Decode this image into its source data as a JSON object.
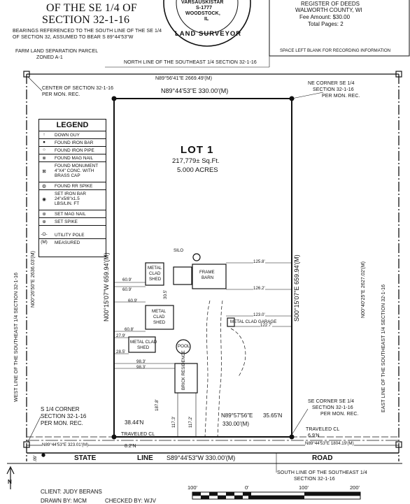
{
  "header": {
    "title_line1": "OF THE SE 1/4 OF",
    "title_line2": "SECTION 32-1-16",
    "bearings_note_1": "BEARINGS REFERENCED TO THE SOUTH LINE OF THE SE 1/4",
    "bearings_note_2": "OF SECTION 32, ASSUMED TO BEAR S 89°44'53\"W"
  },
  "seal": {
    "line1": "VARSAUSKISTAR",
    "line2": "S-1777",
    "line3": "WOODSTOCK,",
    "line4": "IL",
    "arc_text": "LAND SURVEYOR"
  },
  "recorder": {
    "line1": "REGISTER OF DEEDS",
    "line2": "WALWORTH COUNTY, WI",
    "fee": "Fee Amount: $30.00",
    "pages": "Total Pages: 2",
    "space_note": "SPACE LEFT BLANK FOR RECORDING INFORMATION"
  },
  "labels": {
    "farm_parcel_1": "FARM LAND SEPARATION PARCEL",
    "farm_parcel_2": "ZONED A-1",
    "north_line": "NORTH LINE OF THE SOUTHEAST 1/4 SECTION 32-1-16",
    "north_bearing_outer": "N89°56'41\"E 2669.49'(M)",
    "north_bearing_lot": "N89°44'53\"E 330.00'(M)",
    "ne_corner_1": "NE CORNER SE 1/4",
    "ne_corner_2": "SECTION 32-1-16",
    "ne_corner_3": "PER MON. REC.",
    "center_1": "CENTER OF SECTION 32-1-16",
    "center_2": "PER MON. REC.",
    "west_line": "WEST LINE OF THE SOUTHEAST 1/4 SECTION 32-1-16",
    "west_bearing": "N00°26'50\"E 2636.03'(M)",
    "east_line": "EAST LINE OF THE SOUTHEAST 1/4 SECTION 32-1-16",
    "east_bearing": "N00°40'25\"E 2627.02'(M)",
    "lot_west_bearing": "N00°15'07\"W 659.94'(M)",
    "lot_east_bearing": "S00°15'07\"E 659.94'(M)",
    "lot_name": "LOT 1",
    "lot_area": "217,779± Sq.Ft.",
    "lot_acres": "5.000 ACRES",
    "silo": "SILO",
    "frame_barn_1": "FRAME",
    "frame_barn_2": "BARN",
    "metal_shed_a_1": "METAL",
    "metal_shed_a_2": "CLAD",
    "metal_shed_a_3": "SHED",
    "metal_shed_b_1": "METAL",
    "metal_shed_b_2": "CLAD",
    "metal_shed_b_3": "SHED",
    "metal_shed_c_1": "METAL CLAD",
    "metal_shed_c_2": "SHED",
    "garage": "METAL CLAD GARAGE",
    "pool": "POOL",
    "residence": "BRICK RESIDENCE",
    "dim_60_9a": "60.9'",
    "dim_60_9b": "60.9'",
    "dim_60_9c": "60.9'",
    "dim_60_8": "60.8'",
    "dim_27_9": "27.9'",
    "dim_28_5": "28.5'",
    "dim_98_3a": "98.3'",
    "dim_98_3b": "98.3'",
    "dim_125_8": "125.8'",
    "dim_126_2": "126.2'",
    "dim_123_0": "123.0'",
    "dim_122_7": "122.7'",
    "dim_30_5": "30.5'",
    "dim_187_8": "187.8'",
    "dim_117_3": "117.3'",
    "dim_117_2": "117.2'",
    "s_corner_1": "S 1/4 CORNER",
    "s_corner_2": "SECTION 32-1-16",
    "s_corner_3": "PER MON. REC.",
    "dim_38_44": "38.44'N",
    "traveled_cl_w": "TRAVELED CL",
    "traveled_w_off": "8.2'N",
    "south_bearing_lot": "N89°57'56\"E",
    "south_dist_lot": "330.00'(M)",
    "dim_35_65": "35.65'N",
    "se_corner_1": "SE CORNER SE 1/4",
    "se_corner_2": "SECTION 32-1-16",
    "se_corner_3": "PER MON. REC.",
    "traveled_cl_e": "TRAVELED CL",
    "traveled_e_off": "6.9'N",
    "south_w_bearing": "N89°44'53\"E 323.01'(M)",
    "south_e_bearing": "N89°44'53\"E 1804.19'(M)",
    "road_state": "STATE",
    "road_line": "LINE",
    "road_bearing": "S89°44'53\"W 330.00'(M)",
    "road_road": "ROAD",
    "south_line_1": "SOUTH LINE OF THE SOUTHEAST 1/4",
    "south_line_2": "SECTION 32-1-16",
    "dim_09": ".09'",
    "north_arrow": "N"
  },
  "legend": {
    "title": "LEGEND",
    "items": [
      {
        "symbol": "↑",
        "label": "DOWN GUY"
      },
      {
        "symbol": "●",
        "label": "FOUND IRON BAR"
      },
      {
        "symbol": "○",
        "label": "FOUND IRON PIPE"
      },
      {
        "symbol": "⊗",
        "label": "FOUND MAG NAIL"
      },
      {
        "symbol": "⊠",
        "label": "FOUND MONUMENT\n4\"X4\" CONC. WITH\nBRASS CAP"
      },
      {
        "symbol": "◍",
        "label": "FOUND RR SPIKE"
      },
      {
        "symbol": "◉",
        "label": "SET IRON BAR\n24\"x5/8\"x1.5\nLBS/LIN. FT"
      },
      {
        "symbol": "⊛",
        "label": "SET MAG NAIL"
      },
      {
        "symbol": "⊕",
        "label": "SET SPIKE"
      },
      {
        "symbol": "-O-",
        "label": "UTILITY POLE"
      },
      {
        "symbol": "(M)",
        "label": "MEASURED"
      }
    ]
  },
  "scale": {
    "labels": [
      "100'",
      "0'",
      "100'",
      "200'"
    ]
  },
  "footer": {
    "client": "CLIENT:  JUDY BERANS",
    "drawn": "DRAWN BY: MCM",
    "checked": "CHECKED BY: WJV"
  }
}
